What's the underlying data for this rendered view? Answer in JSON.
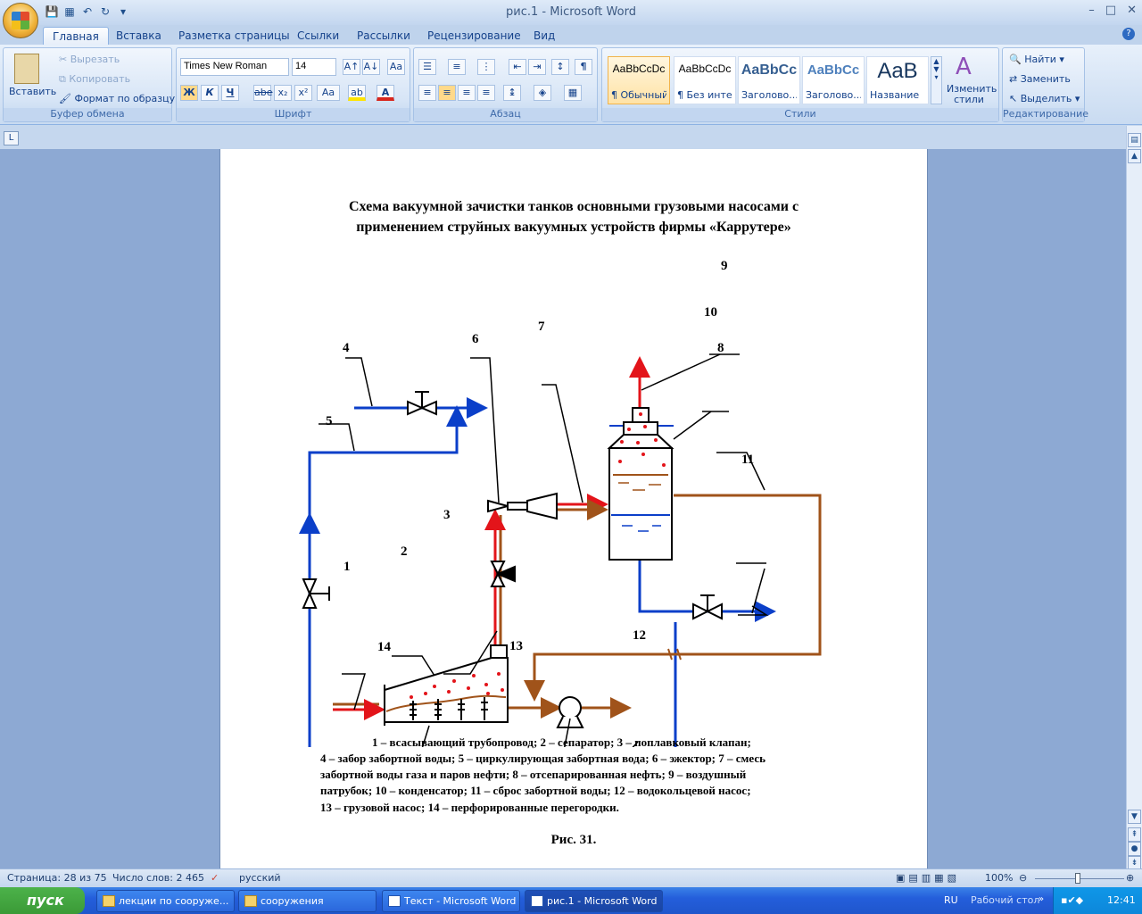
{
  "window": {
    "title": "рис.1 - Microsoft Word",
    "minimize": "–",
    "maximize": "□",
    "close": "✕"
  },
  "tabs": [
    "Главная",
    "Вставка",
    "Разметка страницы",
    "Ссылки",
    "Рассылки",
    "Рецензирование",
    "Вид"
  ],
  "clipboard": {
    "paste": "Вставить",
    "cut": "Вырезать",
    "copy": "Копировать",
    "format_painter": "Формат по образцу",
    "label": "Буфер обмена"
  },
  "font": {
    "name": "Times New Roman",
    "size": "14",
    "label": "Шрифт",
    "bold": "Ж",
    "italic": "К",
    "underline": "Ч",
    "strike": "abe",
    "sub": "x₂",
    "sup": "x²",
    "case": "Aa"
  },
  "paragraph": {
    "label": "Абзац"
  },
  "styles": {
    "label": "Стили",
    "items": [
      {
        "sample": "AaBbCcDc",
        "name": "¶ Обычный"
      },
      {
        "sample": "AaBbCcDc",
        "name": "¶ Без инте..."
      },
      {
        "sample": "AaBbCc",
        "name": "Заголово..."
      },
      {
        "sample": "AaBbCc",
        "name": "Заголово..."
      },
      {
        "sample": "AaB",
        "name": "Название"
      }
    ],
    "change": "Изменить стили"
  },
  "editing": {
    "find": "Найти",
    "replace": "Заменить",
    "select": "Выделить",
    "label": "Редактирование"
  },
  "document": {
    "title_line1": "Схема вакуумной зачистки танков основными грузовыми насосами с",
    "title_line2": "применением струйных вакуумных устройств  фирмы «Каррутере»",
    "labels": [
      "1",
      "2",
      "3",
      "4",
      "5",
      "6",
      "7",
      "8",
      "9",
      "10",
      "11",
      "12",
      "13",
      "14"
    ],
    "caption_lines": [
      "1 – всасывающий трубопровод; 2 – сепаратор; 3 – поплавковый клапан;",
      "4 – забор забортной воды; 5 – циркулирующая забортная вода; 6 – эжектор; 7 – смесь",
      "забортной воды газа и паров нефти; 8 – отсепарированная нефть; 9 – воздушный",
      "патрубок; 10 – конденсатор; 11 – сброс забортной воды; 12 – водокольцевой насос;",
      "13 – грузовой насос; 14 – перфорированные перегородки."
    ],
    "figure": "Рис. 31."
  },
  "status": {
    "page": "Страница: 28 из 75",
    "words": "Число слов: 2 465",
    "lang": "русский",
    "zoom": "100%"
  },
  "taskbar": {
    "start": "пуск",
    "tasks": [
      "лекции по сооруже...",
      "сооружения",
      "Текст - Microsoft Word",
      "рис.1 - Microsoft Word"
    ],
    "lang": "RU",
    "desktop": "Рабочий стол",
    "time": "12:41"
  },
  "colors": {
    "water": "#0b3fc9",
    "oil": "#a0531a",
    "air": "#e3141a"
  }
}
